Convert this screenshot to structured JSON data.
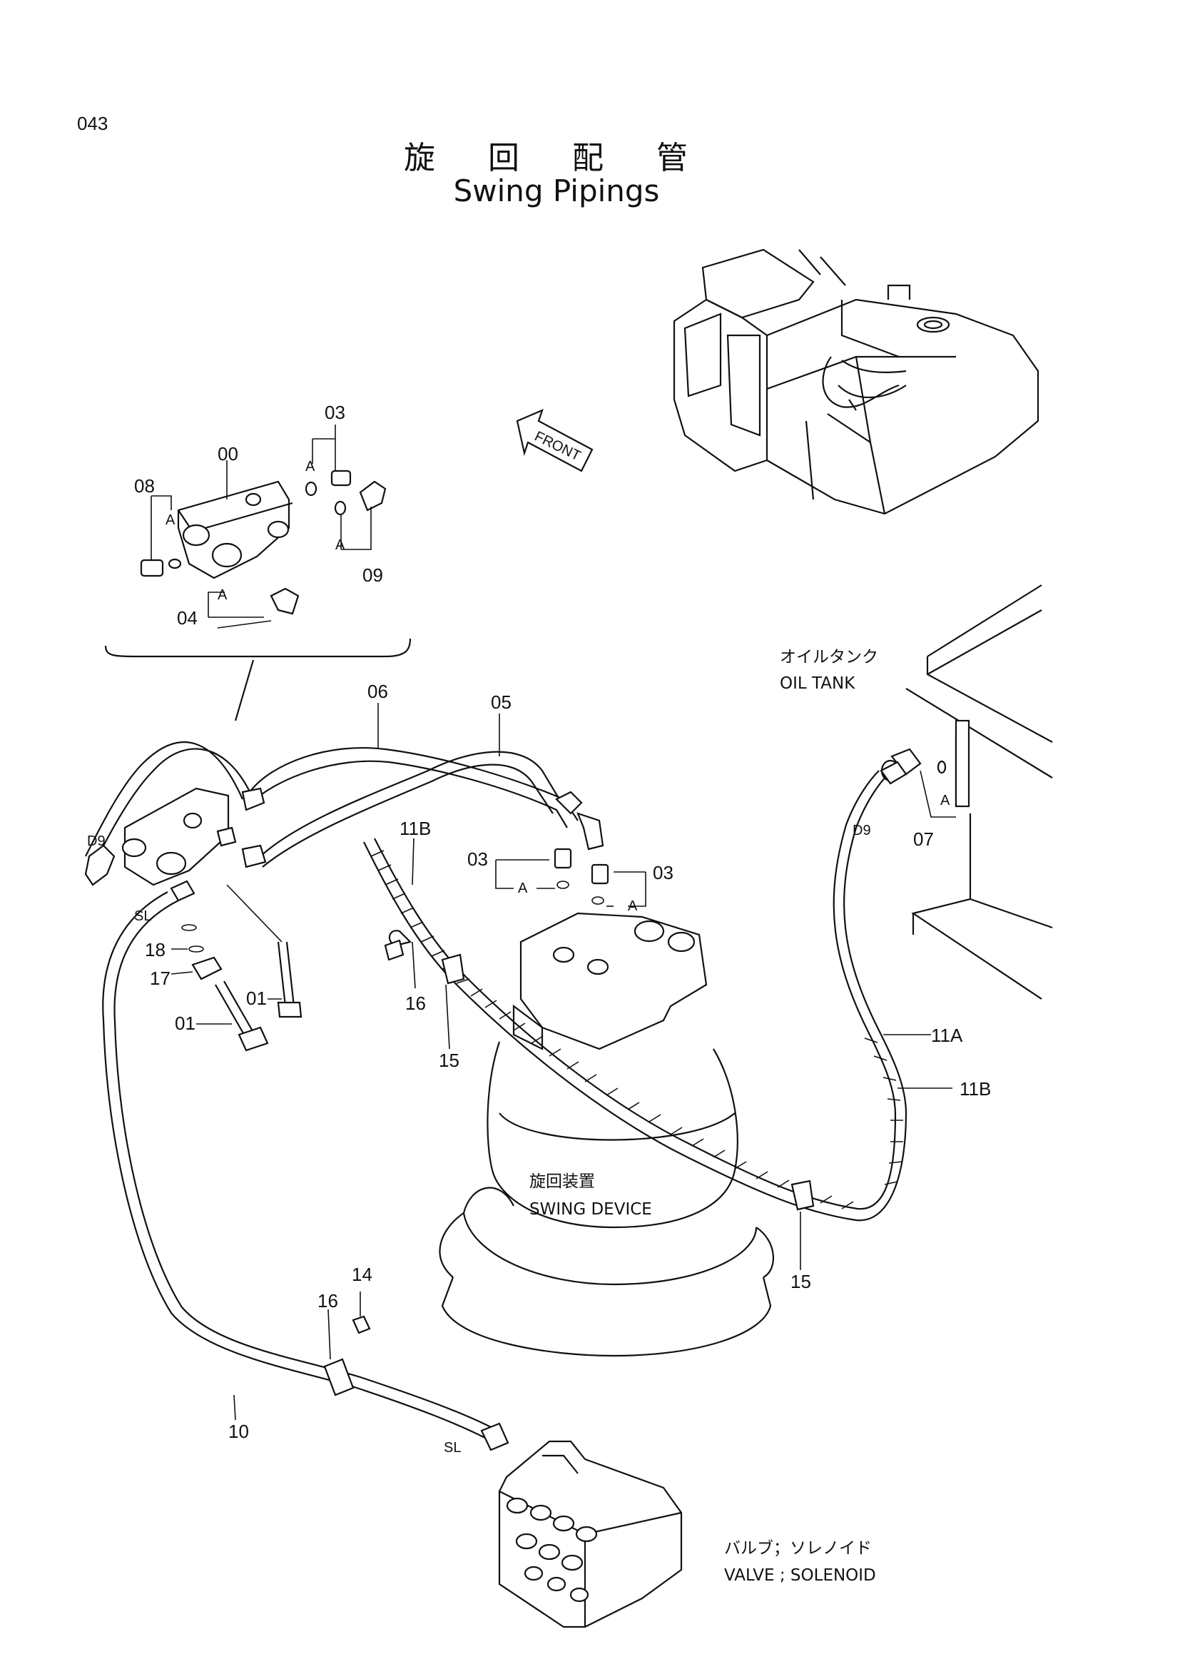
{
  "page_number": "043",
  "title": {
    "jp": "旋 回 配 管",
    "en": "Swing Pipings"
  },
  "front_label": "FRONT",
  "callouts": {
    "c00": "00",
    "c03_detail": "03",
    "c08": "08",
    "c09": "09",
    "c04": "04",
    "c06": "06",
    "c05": "05",
    "c11b_top": "11B",
    "c03_left": "03",
    "c03_right": "03",
    "c07": "07",
    "c01_a": "01",
    "c01_b": "01",
    "c18": "18",
    "c17": "17",
    "c16_top": "16",
    "c15_top": "15",
    "c11a": "11A",
    "c11b_right": "11B",
    "c15_bottom": "15",
    "c14": "14",
    "c16_bottom": "16",
    "c10": "10"
  },
  "small_labels": {
    "d9_left": "D9",
    "d9_right": "D9",
    "sl_top": "SL",
    "sl_bottom": "SL",
    "a_detail_1": "A",
    "a_detail_2": "A",
    "a_detail_3": "A",
    "a_detail_4": "A",
    "a_left": "A",
    "a_right": "A",
    "a_tank": "A"
  },
  "captions": {
    "oil_tank_jp": "オイルタンク",
    "oil_tank_en": "OIL TANK",
    "swing_device_jp": "旋回装置",
    "swing_device_en": "SWING DEVICE",
    "valve_jp": "バルブ；ソレノイド",
    "valve_en": "VALVE ; SOLENOID"
  }
}
